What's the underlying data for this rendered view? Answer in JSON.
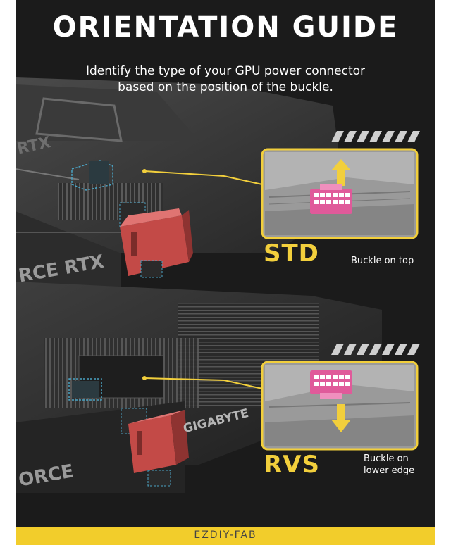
{
  "header": {
    "title": "ORIENTATION GUIDE",
    "subtitle_line1": "Identify the type of your GPU power connector",
    "subtitle_line2": "based on the position of the buckle."
  },
  "gpu_markings": {
    "top_rtx": "RTX",
    "top_brand": "RCE RTX",
    "bottom_brand": "ORCE",
    "bottom_maker": "GIGABYTE"
  },
  "std": {
    "label": "STD",
    "description": "Buckle on top",
    "arrow_direction": "up"
  },
  "rvs": {
    "label": "RVS",
    "description_line1": "Buckle on",
    "description_line2": "lower edge",
    "arrow_direction": "down"
  },
  "footer": {
    "brand": "EZDIY-FAB"
  },
  "colors": {
    "accent_yellow": "#f2cf3c",
    "connector_red": "#d9524f",
    "connector_pink": "#e05a9a",
    "background": "#1b1b1b"
  }
}
